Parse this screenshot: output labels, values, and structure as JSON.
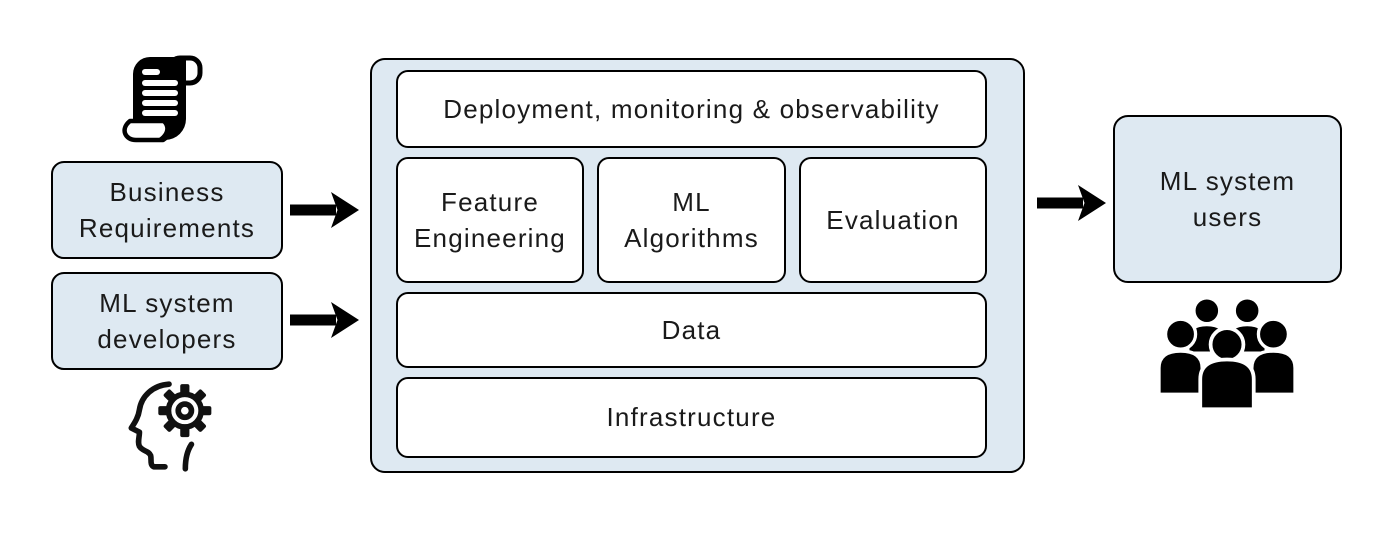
{
  "colors": {
    "node_fill": "#dee9f2",
    "card_fill": "#ffffff",
    "border": "#000000",
    "text": "#1a1a1a",
    "icon": "#000000"
  },
  "icons": {
    "business_requirements": "scroll-icon",
    "ml_system_developers": "head-with-gear-icon",
    "ml_system_users": "users-group-icon",
    "flow": "arrow-right-icon"
  },
  "inputs": {
    "business_requirements": {
      "label": "Business Requirements"
    },
    "ml_system_developers": {
      "label": "ML system developers"
    }
  },
  "ml_system": {
    "deployment": "Deployment, monitoring & observability",
    "feature_engineering": "Feature Engineering",
    "ml_algorithms": "ML Algorithms",
    "evaluation": "Evaluation",
    "data": "Data",
    "infrastructure": "Infrastructure"
  },
  "outputs": {
    "ml_system_users": {
      "label": "ML system users"
    }
  }
}
